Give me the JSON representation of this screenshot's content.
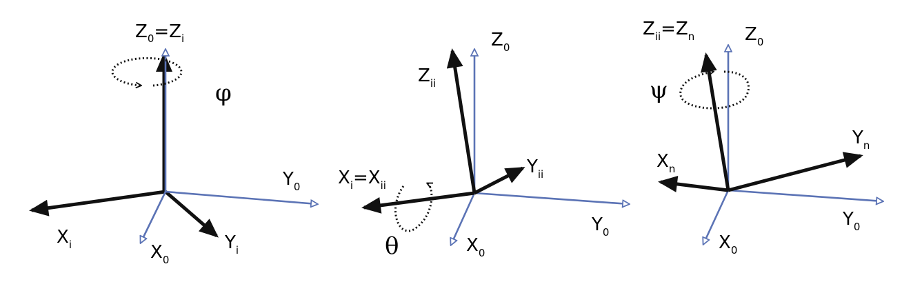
{
  "panels": [
    {
      "axes": {
        "z0": "Z",
        "z0_sub": "0",
        "eq": "=",
        "zi": "Z",
        "zi_sub": "i",
        "y0": "Y",
        "y0_sub": "0",
        "x0": "X",
        "x0_sub": "0",
        "xi": "X",
        "xi_sub": "i",
        "yi": "Y",
        "yi_sub": "i"
      },
      "angle": "φ"
    },
    {
      "axes": {
        "z0": "Z",
        "z0_sub": "0",
        "zii": "Z",
        "zii_sub": "ii",
        "xi": "X",
        "xi_sub": "i",
        "eq": "=",
        "xii": "X",
        "xii_sub": "ii",
        "yii": "Y",
        "yii_sub": "ii",
        "y0": "Y",
        "y0_sub": "0",
        "x0": "X",
        "x0_sub": "0"
      },
      "angle": "θ"
    },
    {
      "axes": {
        "zii": "Z",
        "zii_sub": "ii",
        "eq": "=",
        "zn": "Z",
        "zn_sub": "n",
        "z0": "Z",
        "z0_sub": "0",
        "yn": "Y",
        "yn_sub": "n",
        "xn": "X",
        "xn_sub": "n",
        "y0": "Y",
        "y0_sub": "0",
        "x0": "X",
        "x0_sub": "0"
      },
      "angle": "ψ"
    }
  ],
  "colors": {
    "reference_axes": "#5b73b5",
    "rotated_axes": "#111111"
  }
}
